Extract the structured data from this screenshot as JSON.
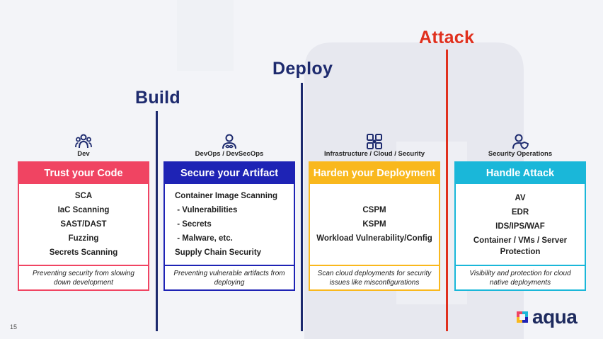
{
  "phases": {
    "build": "Build",
    "deploy": "Deploy",
    "attack": "Attack"
  },
  "columns": [
    {
      "role": "Dev",
      "title": "Trust your Code",
      "items": [
        "SCA",
        "IaC Scanning",
        "SAST/DAST",
        "Fuzzing",
        "Secrets Scanning"
      ],
      "footer": "Preventing security from slowing down development"
    },
    {
      "role": "DevOps / DevSecOps",
      "title": "Secure your Artifact",
      "items": [
        "Container Image Scanning",
        " - Vulnerabilities",
        " - Secrets",
        " - Malware, etc.",
        "Supply Chain Security"
      ],
      "footer": "Preventing vulnerable artifacts from deploying"
    },
    {
      "role": "Infrastructure / Cloud / Security",
      "title": "Harden your Deployment",
      "items": [
        "CSPM",
        "KSPM",
        "Workload Vulnerability/Config"
      ],
      "footer": "Scan cloud deployments for security issues like misconfigurations"
    },
    {
      "role": "Security Operations",
      "title": "Handle Attack",
      "items": [
        "AV",
        "EDR",
        "IDS/IPS/WAF",
        "Container / VMs / Server Protection"
      ],
      "footer": "Visibility and protection for cloud native deployments"
    }
  ],
  "page_number": "15",
  "logo": {
    "text": "aqua"
  },
  "colors": {
    "build_line": "#1d2a6e",
    "deploy_line": "#1d2a6e",
    "attack_line": "#e0301e",
    "card1": "#f04462",
    "card2": "#1e23b5",
    "card3": "#f9b81d",
    "card4": "#1ab7d9"
  },
  "icons": [
    "people-icon",
    "devops-person-icon",
    "infrastructure-grid-icon",
    "security-person-icon"
  ]
}
